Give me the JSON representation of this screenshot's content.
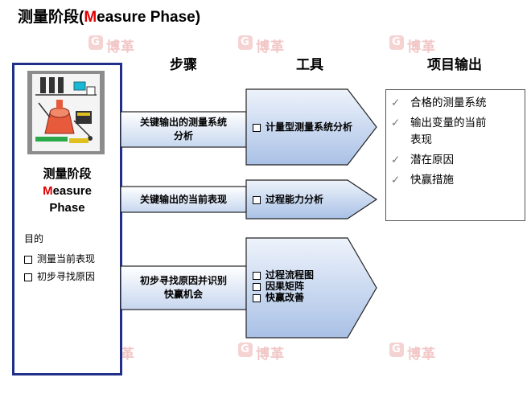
{
  "title": {
    "prefix": "测量阶段",
    "open_paren": "(",
    "red_letter": "M",
    "rest": "easure Phase)"
  },
  "watermark": {
    "text": "博革",
    "logo": "G"
  },
  "left_panel": {
    "phase_cn": "测量阶段",
    "phase_en_red": "M",
    "phase_en_rest": "easure",
    "phase_en2": "Phase",
    "purpose_label": "目的",
    "purpose_items": [
      "测量当前表现",
      "初步寻找原因"
    ]
  },
  "columns": {
    "steps": "步骤",
    "tools": "工具",
    "outputs": "项目输出"
  },
  "rows": [
    {
      "step": "关键输出的测量系统分析",
      "step_lines": [
        "关键输出的测量系统",
        "分析"
      ],
      "tools": [
        "计量型测量系统分析"
      ]
    },
    {
      "step": "关键输出的当前表现",
      "step_lines": [
        "关键输出的当前表现"
      ],
      "tools": [
        "过程能力分析"
      ]
    },
    {
      "step": "初步寻找原因并识别快赢机会",
      "step_lines": [
        "初步寻找原因并识别",
        "快赢机会"
      ],
      "tools": [
        "过程流程图",
        "因果矩阵",
        "快赢改善"
      ]
    }
  ],
  "outputs": [
    {
      "lines": [
        "合格的测量系统"
      ]
    },
    {
      "lines": [
        "输出变量的当前",
        "表现"
      ]
    },
    {
      "lines": [
        "潜在原因"
      ]
    },
    {
      "lines": [
        "快赢措施"
      ]
    }
  ],
  "colors": {
    "panel_border": "#1f2f8a",
    "shape_fill_light": "#eaf1fb",
    "shape_fill_dark": "#b9cdea",
    "accent_red": "#e00000"
  }
}
